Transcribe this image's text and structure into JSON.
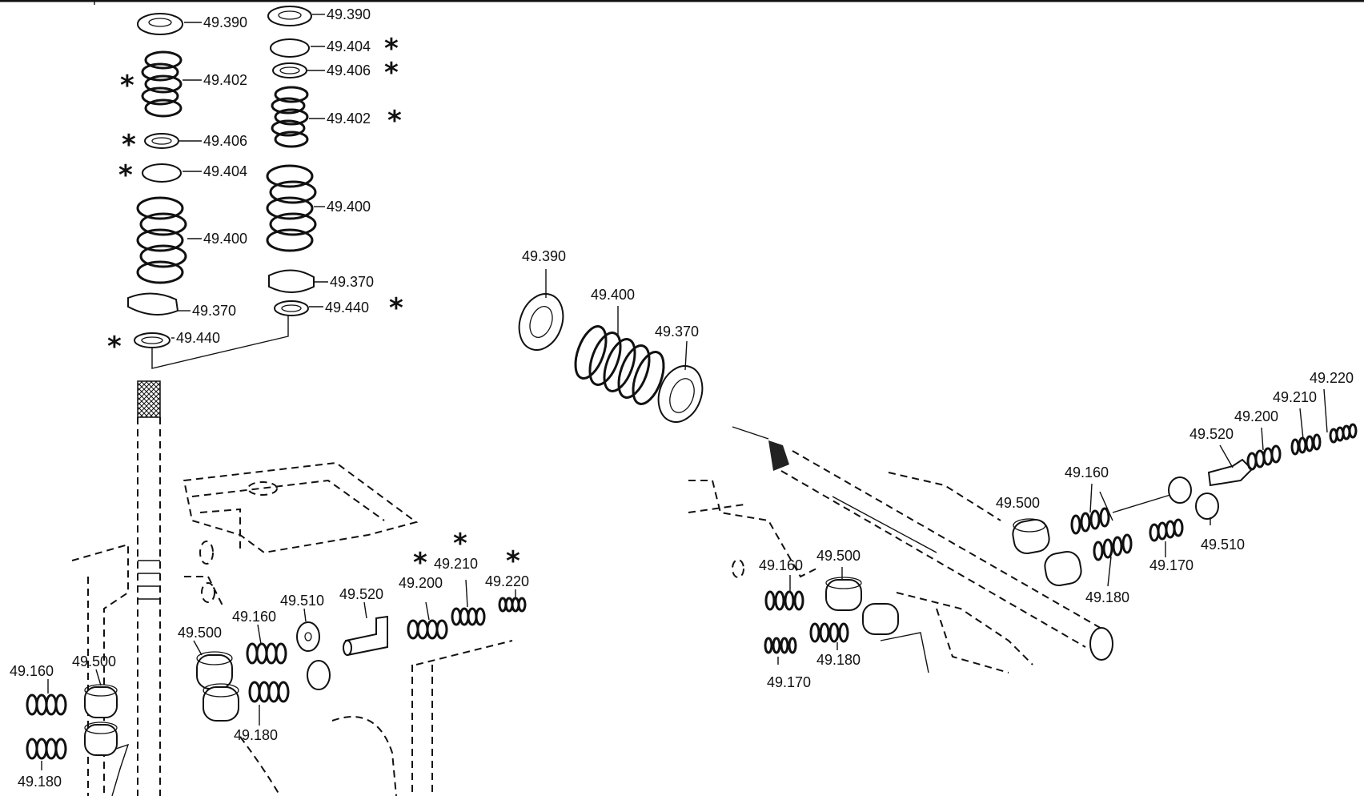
{
  "diagram": {
    "callouts_left": [
      {
        "id": "l-390",
        "text": "49.390"
      },
      {
        "id": "l-402",
        "text": "49.402"
      },
      {
        "id": "l-406",
        "text": "49.406"
      },
      {
        "id": "l-404",
        "text": "49.404"
      },
      {
        "id": "l-400",
        "text": "49.400"
      },
      {
        "id": "l-370",
        "text": "49.370"
      },
      {
        "id": "l-440",
        "text": "49.440"
      }
    ],
    "callouts_mid": [
      {
        "id": "m-390",
        "text": "49.390"
      },
      {
        "id": "m-404",
        "text": "49.404"
      },
      {
        "id": "m-406",
        "text": "49.406"
      },
      {
        "id": "m-402",
        "text": "49.402"
      },
      {
        "id": "m-400",
        "text": "49.400"
      },
      {
        "id": "m-370",
        "text": "49.370"
      },
      {
        "id": "m-440",
        "text": "49.440"
      }
    ],
    "callouts_bottom_left": [
      {
        "id": "bl-160a",
        "text": "49.160"
      },
      {
        "id": "bl-500a",
        "text": "49.500"
      },
      {
        "id": "bl-180a",
        "text": "49.180"
      },
      {
        "id": "bl-500b",
        "text": "49.500"
      },
      {
        "id": "bl-160b",
        "text": "49.160"
      },
      {
        "id": "bl-510",
        "text": "49.510"
      },
      {
        "id": "bl-520",
        "text": "49.520"
      },
      {
        "id": "bl-200",
        "text": "49.200"
      },
      {
        "id": "bl-210",
        "text": "49.210"
      },
      {
        "id": "bl-220",
        "text": "49.220"
      },
      {
        "id": "bl-180b",
        "text": "49.180"
      }
    ],
    "callouts_right": [
      {
        "id": "r-390",
        "text": "49.390"
      },
      {
        "id": "r-400",
        "text": "49.400"
      },
      {
        "id": "r-370",
        "text": "49.370"
      },
      {
        "id": "r-220",
        "text": "49.220"
      },
      {
        "id": "r-210",
        "text": "49.210"
      },
      {
        "id": "r-200",
        "text": "49.200"
      },
      {
        "id": "r-520",
        "text": "49.520"
      },
      {
        "id": "r-160a",
        "text": "49.160"
      },
      {
        "id": "r-500a",
        "text": "49.500"
      },
      {
        "id": "r-510",
        "text": "49.510"
      },
      {
        "id": "r-170a",
        "text": "49.170"
      },
      {
        "id": "r-180a",
        "text": "49.180"
      },
      {
        "id": "r-160b",
        "text": "49.160"
      },
      {
        "id": "r-500b",
        "text": "49.500"
      },
      {
        "id": "r-180b",
        "text": "49.180"
      },
      {
        "id": "r-170b",
        "text": "49.170"
      }
    ],
    "asterisk": "*"
  }
}
